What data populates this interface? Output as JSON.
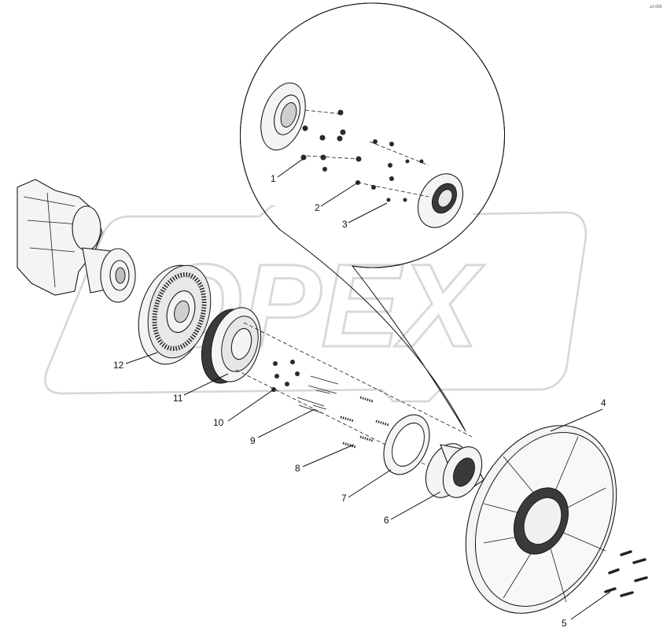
{
  "watermark": {
    "text": "OPEX",
    "color": "#d9d9d9"
  },
  "doc_code": "a1-000",
  "callouts": [
    {
      "id": "c1",
      "label": "1"
    },
    {
      "id": "c2",
      "label": "2"
    },
    {
      "id": "c3",
      "label": "3"
    },
    {
      "id": "c4",
      "label": "4"
    },
    {
      "id": "c5",
      "label": "5"
    },
    {
      "id": "c6",
      "label": "6"
    },
    {
      "id": "c7",
      "label": "7"
    },
    {
      "id": "c8",
      "label": "8"
    },
    {
      "id": "c9",
      "label": "9"
    },
    {
      "id": "c10",
      "label": "10"
    },
    {
      "id": "c11",
      "label": "11"
    },
    {
      "id": "c12",
      "label": "12"
    }
  ]
}
